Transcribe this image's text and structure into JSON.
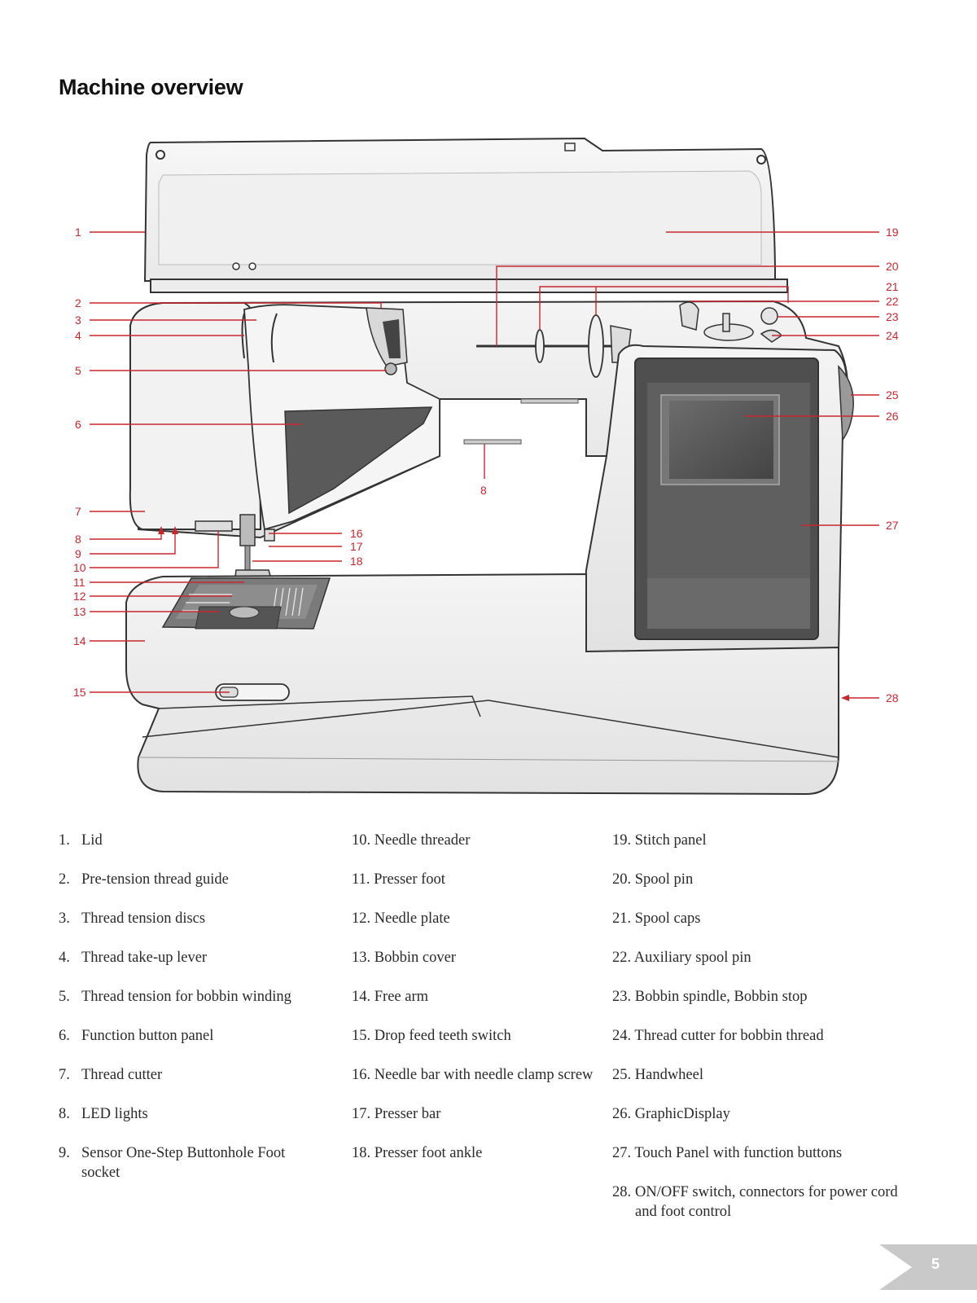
{
  "page": {
    "title": "Machine overview",
    "page_number": "5"
  },
  "callouts": [
    "1",
    "2",
    "3",
    "4",
    "5",
    "6",
    "7",
    "8",
    "9",
    "10",
    "11",
    "12",
    "13",
    "14",
    "15",
    "8",
    "16",
    "17",
    "18",
    "19",
    "20",
    "21",
    "22",
    "23",
    "24",
    "25",
    "26",
    "27",
    "28"
  ],
  "parts": {
    "col1": [
      {
        "num": "1.",
        "label": "Lid"
      },
      {
        "num": "2.",
        "label": "Pre-tension thread guide"
      },
      {
        "num": "3.",
        "label": "Thread tension discs"
      },
      {
        "num": "4.",
        "label": "Thread take-up lever"
      },
      {
        "num": "5.",
        "label": "Thread tension for bobbin winding"
      },
      {
        "num": "6.",
        "label": "Function button panel"
      },
      {
        "num": "7.",
        "label": "Thread cutter"
      },
      {
        "num": "8.",
        "label": "LED lights"
      },
      {
        "num": "9.",
        "label": "Sensor One-Step Buttonhole Foot socket"
      }
    ],
    "col2": [
      {
        "num": "10.",
        "label": "Needle threader"
      },
      {
        "num": "11.",
        "label": "Presser foot"
      },
      {
        "num": "12.",
        "label": "Needle plate"
      },
      {
        "num": "13.",
        "label": "Bobbin cover"
      },
      {
        "num": "14.",
        "label": "Free arm"
      },
      {
        "num": "15.",
        "label": "Drop feed teeth switch"
      },
      {
        "num": "16.",
        "label": "Needle bar with needle clamp screw"
      },
      {
        "num": "17.",
        "label": "Presser bar"
      },
      {
        "num": "18.",
        "label": "Presser foot ankle"
      }
    ],
    "col3": [
      {
        "num": "19.",
        "label": "Stitch panel"
      },
      {
        "num": "20.",
        "label": "Spool pin"
      },
      {
        "num": "21.",
        "label": "Spool caps"
      },
      {
        "num": "22.",
        "label": "Auxiliary spool pin"
      },
      {
        "num": "23.",
        "label": "Bobbin spindle, Bobbin stop"
      },
      {
        "num": "24.",
        "label": "Thread cutter for bobbin thread"
      },
      {
        "num": "25.",
        "label": "Handwheel"
      },
      {
        "num": "26.",
        "label": "GraphicDisplay"
      },
      {
        "num": "27.",
        "label": "Touch Panel with function buttons"
      },
      {
        "num": "28.",
        "label": "ON/OFF switch, connectors for power cord and foot control"
      }
    ]
  }
}
